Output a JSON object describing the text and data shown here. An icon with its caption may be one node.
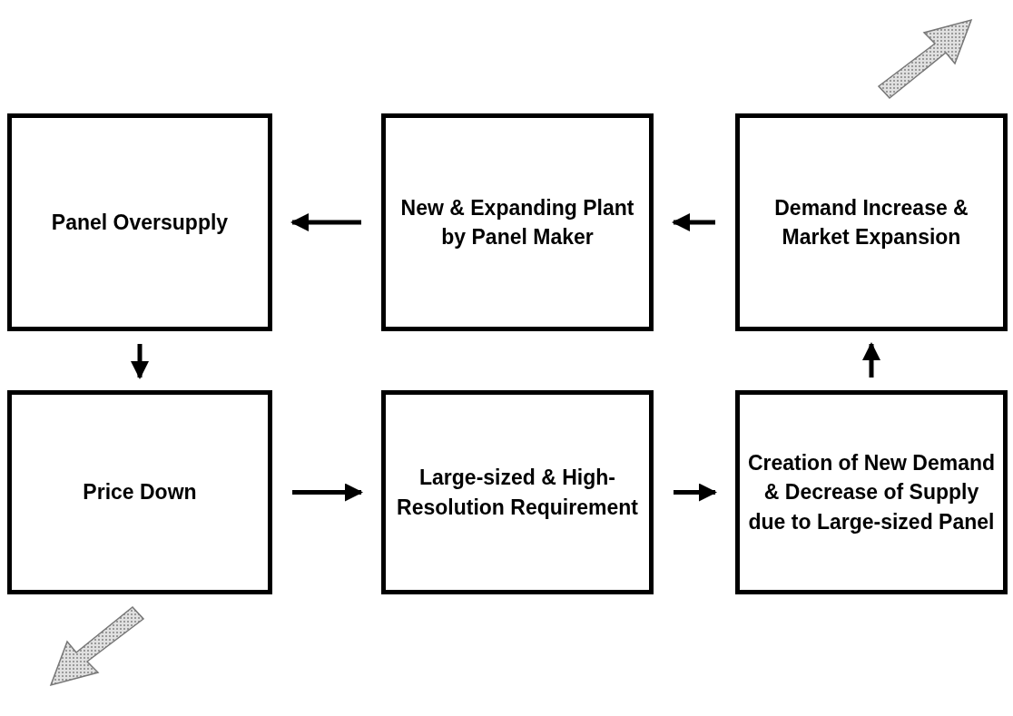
{
  "diagram": {
    "nodes": [
      {
        "text": [
          "Panel Oversupply"
        ]
      },
      {
        "text": [
          "New & Expanding Plant by Panel Maker"
        ]
      },
      {
        "text": [
          "Demand Increase & Market Expansion"
        ]
      },
      {
        "text": [
          "Price Down"
        ]
      },
      {
        "text": [
          "Large-sized & High-Resolution Requirement"
        ]
      },
      {
        "text": [
          "Creation of New Demand & Decrease of Supply due to Large-sized Panel"
        ]
      }
    ],
    "edges": [
      {
        "from": 2,
        "to": 1,
        "arrow": "to"
      },
      {
        "from": 1,
        "to": 0,
        "arrow": "to"
      },
      {
        "from": 0,
        "to": 3,
        "arrow": "to"
      },
      {
        "from": 3,
        "to": 4,
        "arrow": "to"
      },
      {
        "from": 4,
        "to": 5,
        "arrow": "to"
      },
      {
        "from": 5,
        "to": 2,
        "arrow": "to"
      }
    ]
  }
}
